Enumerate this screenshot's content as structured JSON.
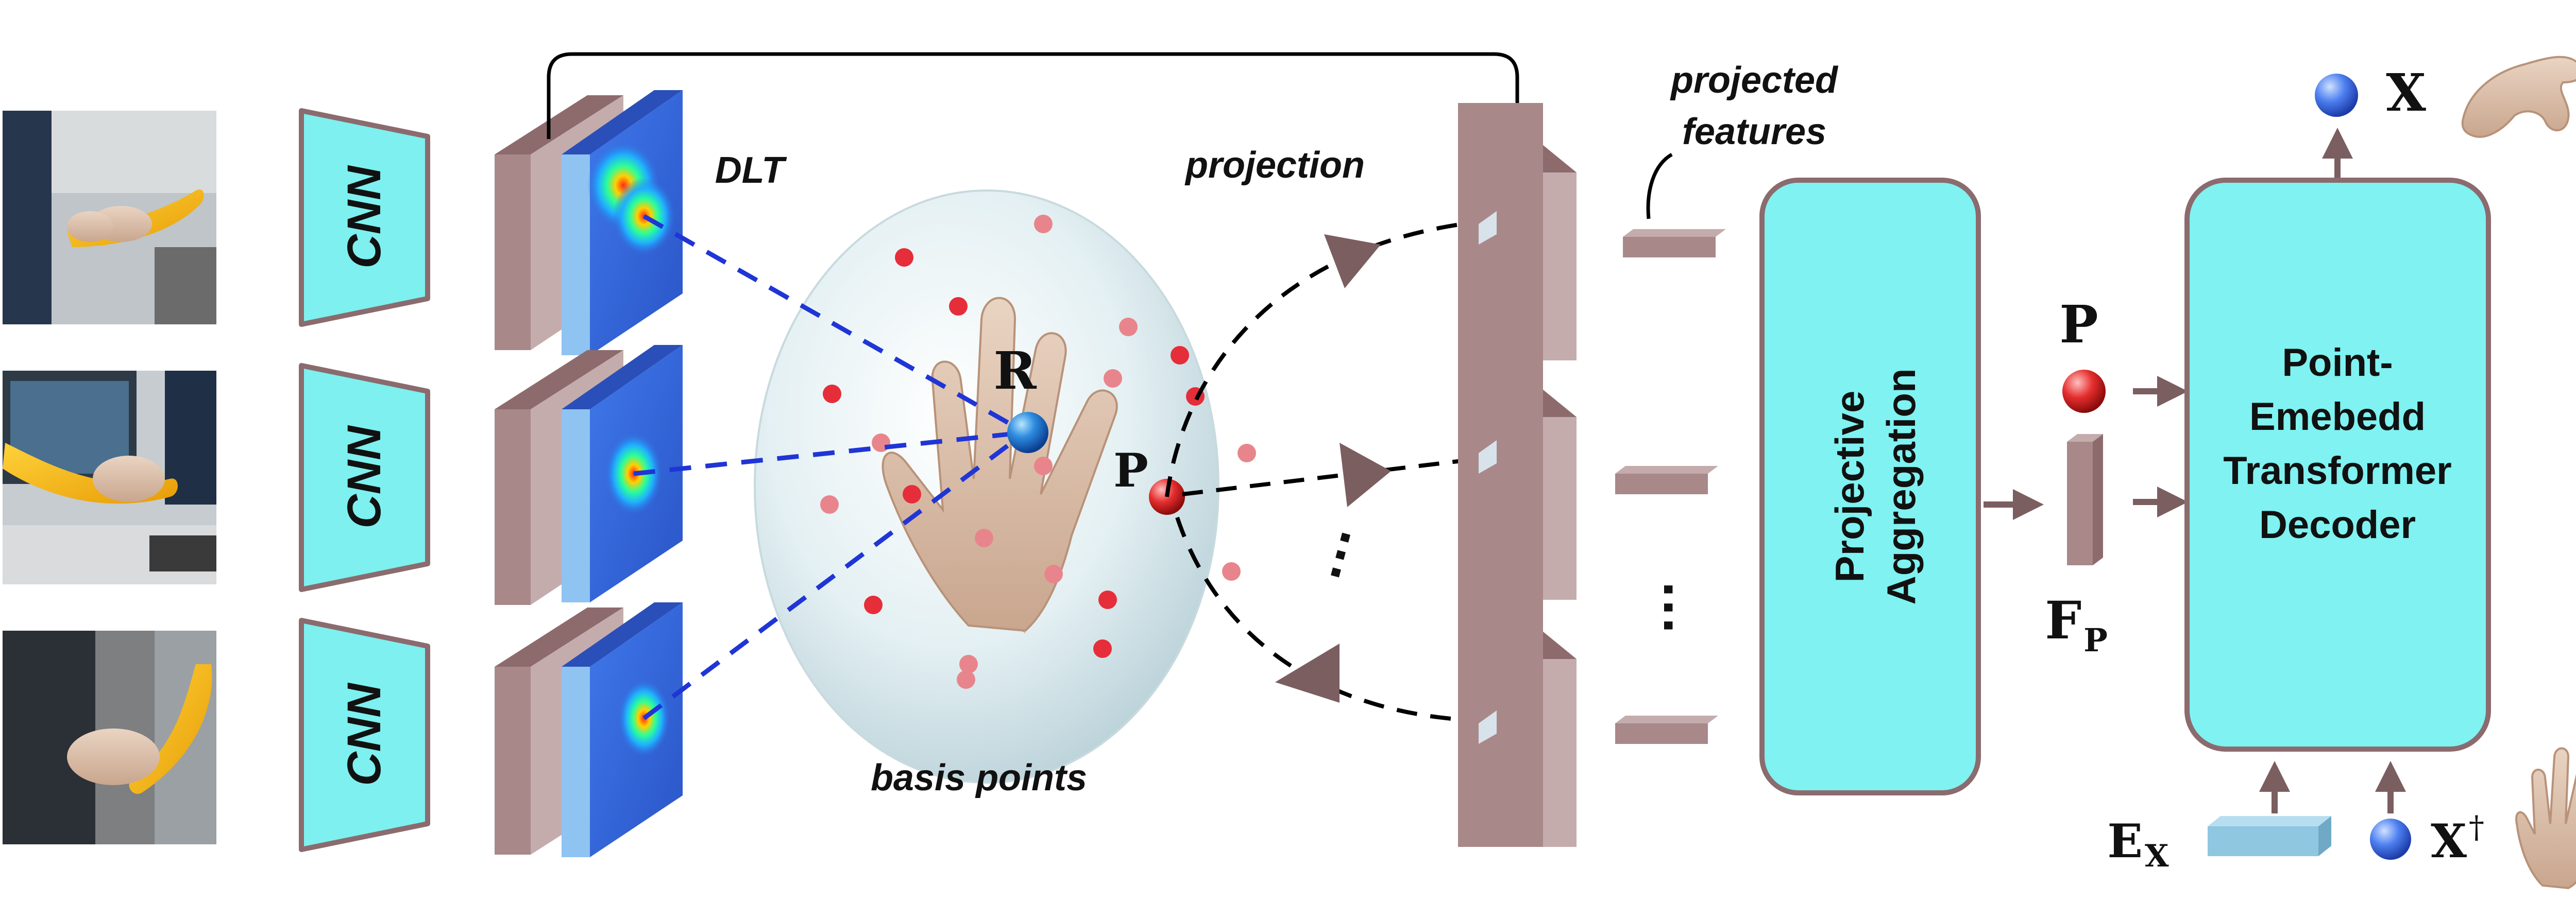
{
  "labels": {
    "cnn": [
      "CNN",
      "CNN",
      "CNN"
    ],
    "dlt": "DLT",
    "projection": "projection",
    "projected_features": [
      "projected",
      "features"
    ],
    "basis_points": "basis points",
    "point_r": "R",
    "point_p": "P",
    "projective_aggregation": [
      "Projective",
      "Aggregation"
    ],
    "p_out": "P",
    "f_p_main": "F",
    "f_p_sub": "P",
    "decoder": [
      "Point-",
      "Emebedd",
      "Transformer",
      "Decoder"
    ],
    "x_out": "X",
    "e_x_main": "E",
    "e_x_sub": "X",
    "x_dagger": "X",
    "dagger": "†",
    "ellipsis": "…"
  },
  "colors": {
    "cnn_fill": "#7df0ef",
    "cnn_stroke": "#8b6b6e",
    "block_fill": "#7ff2f1",
    "feature_front": "#a9888a",
    "feature_side": "#c4acad",
    "feature_top": "#8d6b6d",
    "heatmap_bg": "#3b6fe0",
    "blue_link": "#1f35d6",
    "red_point": "#e52e39",
    "pink_point": "#e8858c",
    "arrow": "#7b5e60",
    "sphere": "#dfeef1",
    "embedding": "#8fc7e0"
  }
}
